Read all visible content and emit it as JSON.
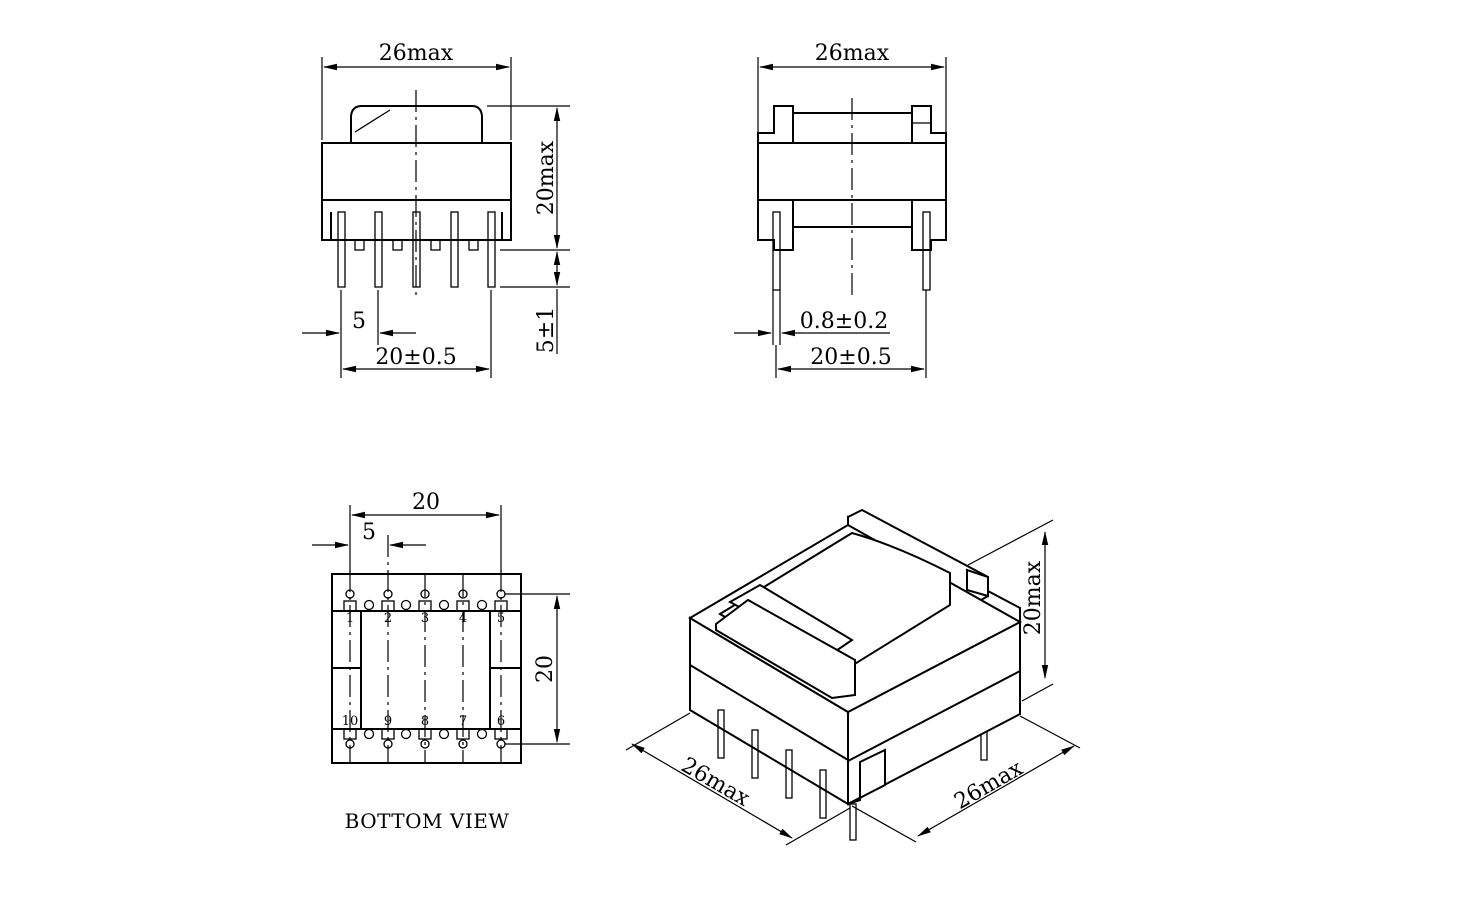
{
  "front_view": {
    "width_label": "26max",
    "height_label": "20max",
    "pin_length_label": "5±1",
    "pitch_label": "5",
    "span_label": "20±0.5"
  },
  "side_view": {
    "width_label": "26max",
    "pin_dia_label": "0.8±0.2",
    "span_label": "20±0.5"
  },
  "bottom_view": {
    "width_label": "20",
    "pitch_label": "5",
    "height_label": "20",
    "caption": "BOTTOM VIEW",
    "top_pins": [
      "1",
      "2",
      "3",
      "4",
      "5"
    ],
    "bottom_pins": [
      "10",
      "9",
      "8",
      "7",
      "6"
    ]
  },
  "iso_view": {
    "height_label": "20max",
    "depth_label": "26max",
    "width_label": "26max"
  }
}
